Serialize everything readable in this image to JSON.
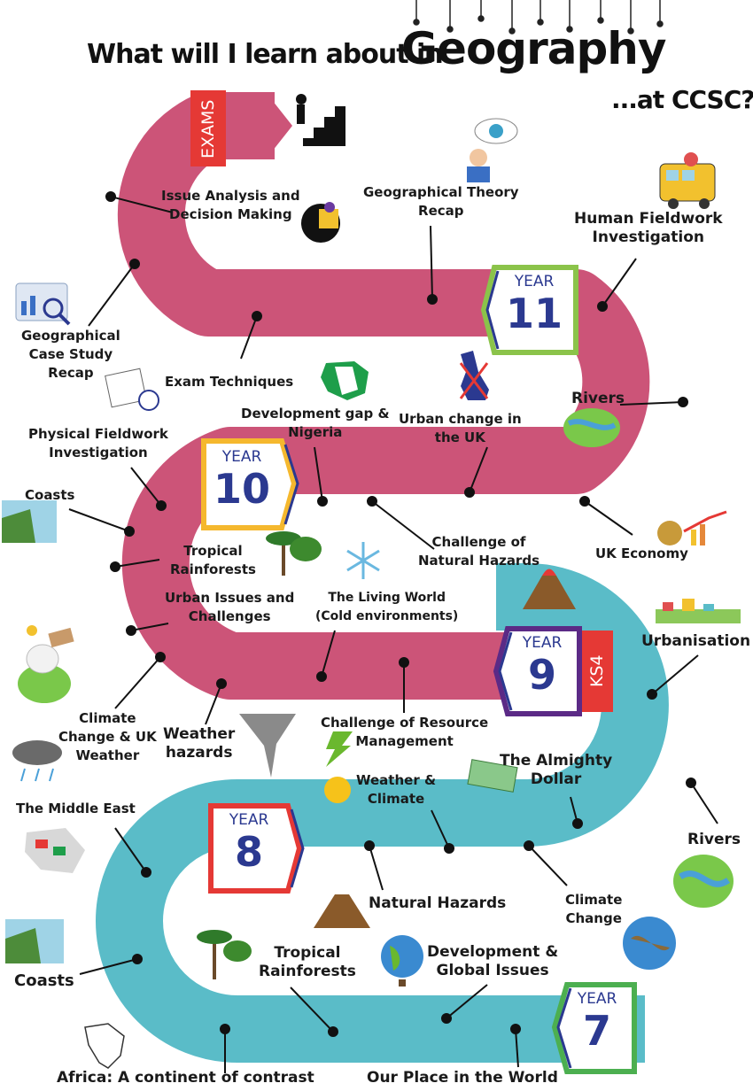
{
  "title": {
    "line1_part1": "What will I learn about in",
    "line1_part2": "Geography",
    "line2": "...at CCSC?"
  },
  "years": [
    {
      "word": "YEAR",
      "number": "11",
      "color": "#8bc34a"
    },
    {
      "word": "YEAR",
      "number": "10",
      "color": "#f5b82e"
    },
    {
      "word": "YEAR",
      "number": "9",
      "color": "#5b2a86"
    },
    {
      "word": "YEAR",
      "number": "8",
      "color": "#e53935"
    },
    {
      "word": "YEAR",
      "number": "7",
      "color": "#4caf50"
    }
  ],
  "tags": {
    "exams": "EXAMS",
    "ks4": "KS4"
  },
  "colors": {
    "ks4_road": "#cc5478",
    "ks3_road": "#5abcc8",
    "tag_red": "#e53935",
    "number_navy": "#2b3990"
  },
  "topics": {
    "issue_analysis": "Issue Analysis and\nDecision Making",
    "geo_theory": "Geographical Theory\nRecap",
    "human_fieldwork": "Human Fieldwork\nInvestigation",
    "case_study": "Geographical\nCase Study\nRecap",
    "exam_techniques": "Exam Techniques",
    "rivers_y11": "Rivers",
    "dev_gap": "Development gap &\nNigeria",
    "urban_uk": "Urban change in\nthe UK",
    "physical_fieldwork": "Physical Fieldwork\nInvestigation",
    "coasts_y10": "Coasts",
    "tropical_y10": "Tropical\nRainforests",
    "natural_hazards_y10": "Challenge of\nNatural Hazards",
    "uk_economy": "UK Economy",
    "urban_issues": "Urban Issues and\nChallenges",
    "living_world": "The Living World\n(Cold environments)",
    "urbanisation": "Urbanisation",
    "climate_uk": "Climate\nChange & UK\nWeather",
    "weather_hazards": "Weather\nhazards",
    "resource": "Challenge of Resource\nManagement",
    "almighty_dollar": "The Almighty\nDollar",
    "weather_climate": "Weather &\nClimate",
    "middle_east": "The Middle East",
    "rivers_y8": "Rivers",
    "natural_hazards_y8": "Natural Hazards",
    "climate_change": "Climate\nChange",
    "tropical_y7": "Tropical\nRainforests",
    "development_global": "Development &\nGlobal Issues",
    "coasts_y7": "Coasts",
    "africa": "Africa: A continent of contrast",
    "our_place": "Our Place in the World"
  },
  "icons": [
    "stairs-icon",
    "thinker-icon",
    "bus-icon",
    "puzzle-head-icon",
    "report-icon",
    "nigeria-map-icon",
    "uk-flag-map-icon",
    "newspaper-clock-icon",
    "river-icon",
    "coast-icon",
    "palm-trees-icon",
    "snowflake-icon",
    "volcano-icon",
    "money-chart-icon",
    "town-icon",
    "polar-bear-icon",
    "rain-cloud-icon",
    "tornado-icon",
    "lightning-icon",
    "dollar-bill-icon",
    "sun-icon",
    "middle-east-flags-icon",
    "earth-pollution-icon",
    "globe-icon",
    "africa-outline-icon"
  ]
}
